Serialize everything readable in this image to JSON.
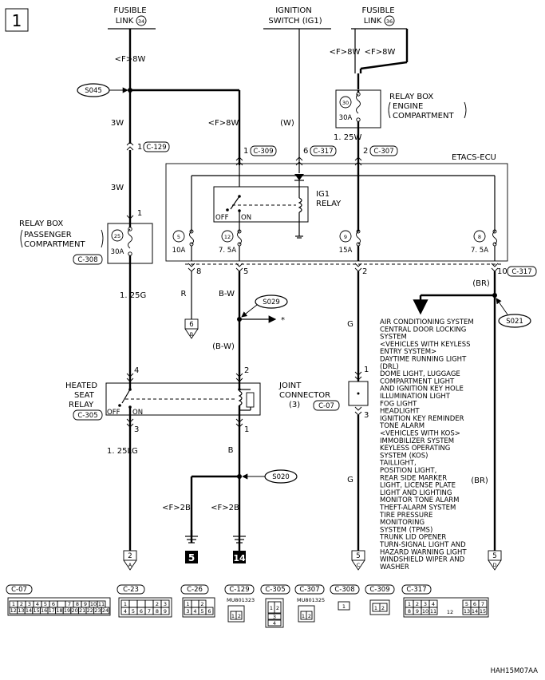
{
  "page_number": "1",
  "figure_id": "HAH15M07AA",
  "sources": {
    "fusible_link_34": {
      "label1": "FUSIBLE",
      "label2": "LINK",
      "num": "34",
      "rating": "<F>8W"
    },
    "ignition_switch": {
      "label1": "IGNITION",
      "label2": "SWITCH (IG1)",
      "wire": "(W)"
    },
    "fusible_link_36": {
      "label1": "FUSIBLE",
      "label2": "LINK",
      "num": "36",
      "rating_a": "<F>8W",
      "rating_b": "<F>8W"
    }
  },
  "relay_box_engine": {
    "l1": "RELAY BOX",
    "l2": "ENGINE",
    "l3": "COMPARTMENT",
    "fuse_num": "30",
    "fuse_rating": "30A",
    "wire": "1. 25W"
  },
  "relay_box_passenger": {
    "l1": "RELAY BOX",
    "l2": "PASSENGER",
    "l3": "COMPARTMENT",
    "connector": "C-308",
    "fuse_num": "25",
    "fuse_rating": "30A",
    "pin": "1"
  },
  "splices": {
    "s045": "S045",
    "s029": "S029",
    "s020": "S020",
    "s021": "S021"
  },
  "wires": {
    "w3w_a": "3W",
    "w3w_b": "3W",
    "w8w": "<F>8W",
    "w125g": "1. 25G",
    "wr": "R",
    "wbw": "B-W",
    "wbw2": "(B-W)",
    "w125lg": "1. 25LG",
    "wb": "B",
    "wf2b_a": "<F>2B",
    "wf2b_b": "<F>2B",
    "wg_a": "G",
    "wg_b": "G",
    "wbr_a": "(BR)",
    "wbr_b": "(BR)"
  },
  "connectors_inline": {
    "c129_pin": "1",
    "c129": "C-129",
    "c309_pin": "1",
    "c309": "C-309",
    "c317_pin": "6",
    "c317": "C-317",
    "c307_pin": "2",
    "c307": "C-307"
  },
  "etacs": {
    "title": "ETACS-ECU",
    "relay_l1": "IG1",
    "relay_l2": "RELAY",
    "off": "OFF",
    "on": "ON",
    "fuses": [
      {
        "num": "5",
        "rating": "10A",
        "pin": "8"
      },
      {
        "num": "12",
        "rating": "7. 5A",
        "pin": "5"
      },
      {
        "num": "9",
        "rating": "15A",
        "pin": "2"
      },
      {
        "num": "8",
        "rating": "7. 5A",
        "pin": "10"
      }
    ],
    "out_connector": "C-317"
  },
  "heated_seat_relay": {
    "l1": "HEATED",
    "l2": "SEAT",
    "l3": "RELAY",
    "connector": "C-305",
    "off": "OFF",
    "on": "ON",
    "pin_a": "4",
    "pin_b": "3",
    "pin_c": "2",
    "pin_d": "1"
  },
  "joint_connector": {
    "l1": "JOINT",
    "l2": "CONNECTOR",
    "l3": "(3)",
    "connector": "C-07",
    "pin_in": "1",
    "pin_out": "3"
  },
  "references": {
    "b6": {
      "num": "6",
      "letter": "B"
    },
    "a2": {
      "num": "2",
      "letter": "A"
    },
    "c5": {
      "num": "5",
      "letter": "C"
    },
    "d5": {
      "num": "5",
      "letter": "D"
    },
    "ground5": "5",
    "ground14": "14",
    "star": "*"
  },
  "systems": [
    "AIR CONDITIONING SYSTEM",
    "CENTRAL DOOR LOCKING",
    "SYSTEM",
    "<VEHICLES WITH KEYLESS",
    "ENTRY SYSTEM>",
    "DAYTIME RUNNING LIGHT",
    "(DRL)",
    "DOME LIGHT, LUGGAGE",
    "COMPARTMENT LIGHT",
    "AND IGNITION KEY HOLE",
    "ILLUMINATION LIGHT",
    "FOG LIGHT",
    "HEADLIGHT",
    "IGNITION KEY REMINDER",
    "TONE ALARM",
    "<VEHICLES WITH KOS>",
    "IMMOBILIZER SYSTEM",
    "KEYLESS OPERATING",
    "SYSTEM (KOS)",
    "TAILLIGHT,",
    "POSITION LIGHT,",
    "REAR SIDE MARKER",
    "LIGHT, LICENSE PLATE",
    "LIGHT AND LIGHTING",
    "MONITOR TONE ALARM",
    "THEFT-ALARM SYSTEM",
    "TIRE PRESSURE",
    "MONITORING",
    "SYSTEM (TPMS)",
    "TRUNK LID OPENER",
    "TURN-SIGNAL LIGHT AND",
    "HAZARD WARNING LIGHT",
    "WINDSHIELD WIPER AND",
    "WASHER"
  ],
  "legend": {
    "c07": {
      "label": "C-07",
      "row1": [
        "1",
        "2",
        "3",
        "4",
        "5",
        "6",
        "",
        "7",
        "8",
        "9",
        "10",
        "11"
      ],
      "row2": [
        "12",
        "13",
        "14",
        "15",
        "16",
        "17",
        "18",
        "19",
        "20",
        "21",
        "22",
        "23",
        "24"
      ]
    },
    "c23": {
      "label": "C-23",
      "row1": [
        "1",
        "",
        "",
        "",
        "2",
        "3"
      ],
      "row2": [
        "4",
        "5",
        "6",
        "7",
        "8",
        "9"
      ]
    },
    "c26": {
      "label": "C-26",
      "row1": [
        "1",
        "",
        "2"
      ],
      "row2": [
        "3",
        "4",
        "5",
        "6"
      ]
    },
    "c129": {
      "label": "C-129",
      "part": "MU801323",
      "pins": [
        "1",
        "2"
      ]
    },
    "c305": {
      "label": "C-305",
      "pins": [
        "1",
        "2",
        "3",
        "4"
      ]
    },
    "c307": {
      "label": "C-307",
      "part": "MU801325",
      "pins": [
        "1",
        "2"
      ]
    },
    "c308": {
      "label": "C-308",
      "pins": [
        "1"
      ]
    },
    "c309": {
      "label": "C-309",
      "pins": [
        "1",
        "2"
      ]
    },
    "c317": {
      "label": "C-317",
      "row1": [
        "1",
        "2",
        "3",
        "4",
        "",
        "5",
        "6",
        "7"
      ],
      "mid": "12",
      "row2": [
        "8",
        "9",
        "10",
        "11",
        "",
        "13",
        "14",
        "15"
      ]
    }
  }
}
